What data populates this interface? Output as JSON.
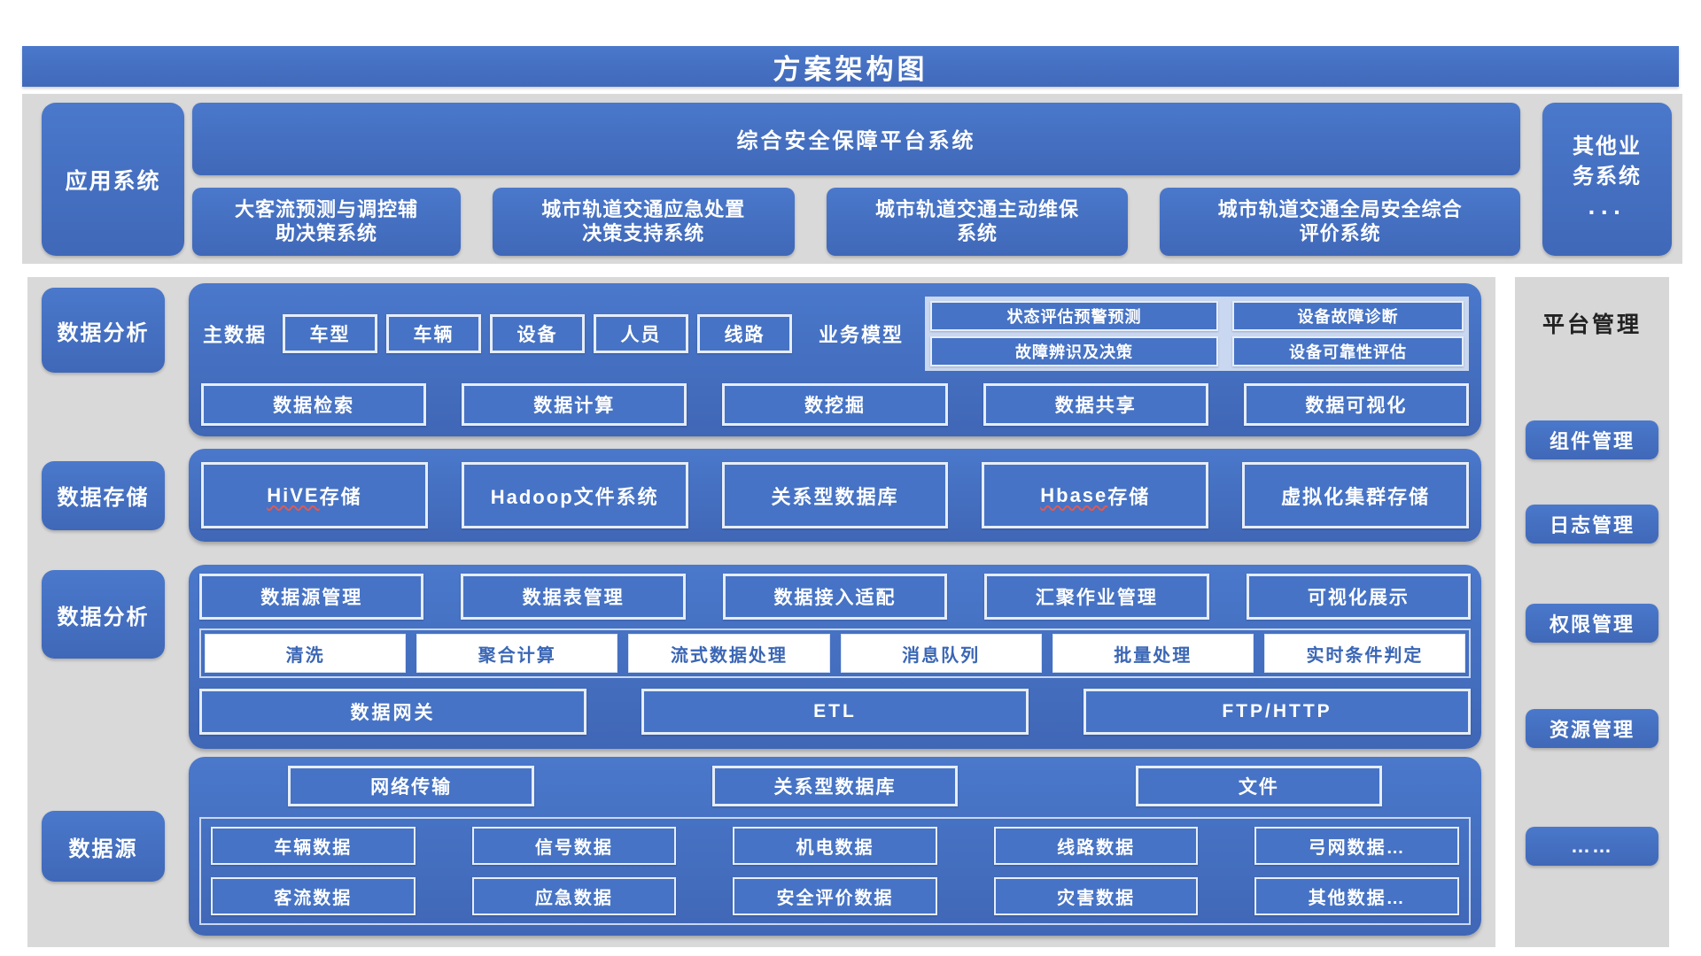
{
  "title": "方案架构图",
  "colors": {
    "primary": "#4673c5",
    "canvas_gray": "#d9d9d9",
    "light_border": "#c9d7f1",
    "white_box_text": "#3a66b5",
    "spell_underline": "#e05a52"
  },
  "app_band": {
    "label": "应用系统",
    "platform_system": "综合安全保障平台系统",
    "systems": [
      "大客流预测与调控辅\n助决策系统",
      "城市轨道交通应急处置\n决策支持系统",
      "城市轨道交通主动维保\n系统",
      "城市轨道交通全局安全综合\n评价系统"
    ],
    "other_system": "其他业务系统",
    "other_dots": "···"
  },
  "analysis_band": {
    "label": "数据分析",
    "master_data_label": "主数据",
    "master_data_items": [
      "车型",
      "车辆",
      "设备",
      "人员",
      "线路"
    ],
    "business_model_label": "业务模型",
    "business_models": [
      "状态评估预警预测",
      "设备故障诊断",
      "故障辨识及决策",
      "设备可靠性评估"
    ],
    "capabilities": [
      "数据检索",
      "数据计算",
      "数挖掘",
      "数据共享",
      "数据可视化"
    ]
  },
  "storage_band": {
    "label": "数据存储",
    "hive_name": "HiVE",
    "hive_suffix": "存储",
    "hadoop": "Hadoop文件系统",
    "relational_db": "关系型数据库",
    "hbase_name": "Hbase",
    "hbase_suffix": "存储",
    "virtual_cluster": "虚拟化集群存储"
  },
  "processing_band": {
    "label": "数据分析",
    "management_row": [
      "数据源管理",
      "数据表管理",
      "数据接入适配",
      "汇聚作业管理",
      "可视化展示"
    ],
    "processing_row": [
      "清洗",
      "聚合计算",
      "流式数据处理",
      "消息队列",
      "批量处理",
      "实时条件判定"
    ],
    "transport_row": [
      "数据网关",
      "ETL",
      "FTP/HTTP"
    ]
  },
  "source_band": {
    "label": "数据源",
    "channel_row": [
      "网络传输",
      "关系型数据库",
      "文件"
    ],
    "data_row_1": [
      "车辆数据",
      "信号数据",
      "机电数据",
      "线路数据",
      "弓网数据…"
    ],
    "data_row_2": [
      "客流数据",
      "应急数据",
      "安全评价数据",
      "灾害数据",
      "其他数据…"
    ]
  },
  "sidebar": {
    "title": "平台管理",
    "items": [
      "组件管理",
      "日志管理",
      "权限管理",
      "资源管理",
      "……"
    ]
  }
}
